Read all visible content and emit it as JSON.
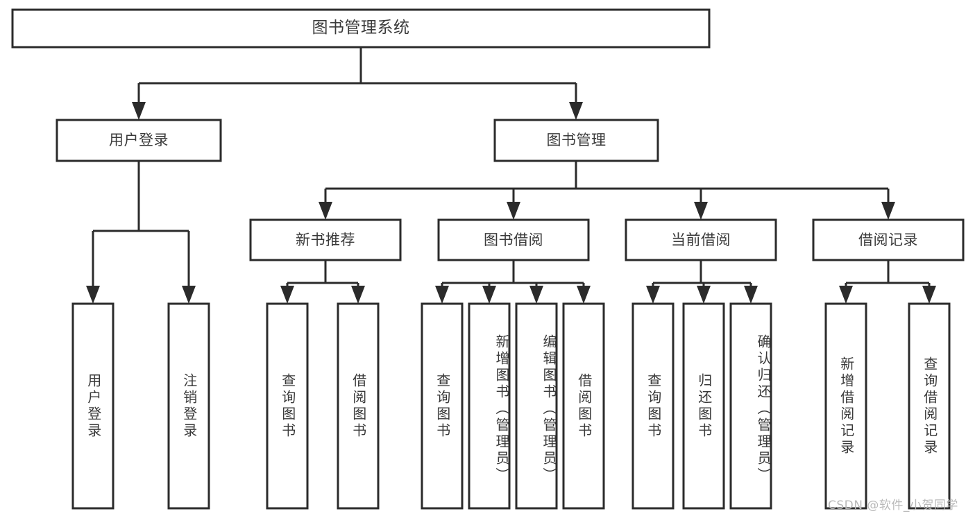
{
  "diagram": {
    "title": "图书管理系统",
    "type": "tree-hierarchy-chart",
    "root": {
      "id": "root",
      "label": "图书管理系统"
    },
    "level2": [
      {
        "id": "user-login",
        "label": "用户登录"
      },
      {
        "id": "book-manage",
        "label": "图书管理"
      }
    ],
    "level3": [
      {
        "id": "new-book-recommend",
        "label": "新书推荐",
        "parent": "book-manage"
      },
      {
        "id": "book-borrow",
        "label": "图书借阅",
        "parent": "book-manage"
      },
      {
        "id": "current-borrow",
        "label": "当前借阅",
        "parent": "book-manage"
      },
      {
        "id": "borrow-record",
        "label": "借阅记录",
        "parent": "book-manage"
      }
    ],
    "leaves": [
      {
        "id": "leaf-user-login",
        "label": "用户登录",
        "parent": "user-login"
      },
      {
        "id": "leaf-logout",
        "label": "注销登录",
        "parent": "user-login"
      },
      {
        "id": "leaf-query-book-1",
        "label": "查询图书",
        "parent": "new-book-recommend"
      },
      {
        "id": "leaf-borrow-book-1",
        "label": "借阅图书",
        "parent": "new-book-recommend"
      },
      {
        "id": "leaf-query-book-2",
        "label": "查询图书",
        "parent": "book-borrow"
      },
      {
        "id": "leaf-add-book",
        "label": "新增图书（管理员）",
        "parent": "book-borrow"
      },
      {
        "id": "leaf-edit-book",
        "label": "编辑图书（管理员）",
        "parent": "book-borrow"
      },
      {
        "id": "leaf-borrow-book-2",
        "label": "借阅图书",
        "parent": "book-borrow"
      },
      {
        "id": "leaf-query-book-3",
        "label": "查询图书",
        "parent": "current-borrow"
      },
      {
        "id": "leaf-return-book",
        "label": "归还图书",
        "parent": "current-borrow"
      },
      {
        "id": "leaf-confirm-return",
        "label": "确认归还（管理员）",
        "parent": "current-borrow"
      },
      {
        "id": "leaf-add-record",
        "label": "新增借阅记录",
        "parent": "borrow-record"
      },
      {
        "id": "leaf-query-record",
        "label": "查询借阅记录",
        "parent": "borrow-record"
      }
    ],
    "colors": {
      "stroke": "#2b2b2b",
      "fill": "#ffffff",
      "text": "#3a3a3a",
      "watermark": "#b9b9b9",
      "background": "#ffffff"
    }
  },
  "watermark": {
    "text": "CSDN @软件_小贺同学"
  }
}
